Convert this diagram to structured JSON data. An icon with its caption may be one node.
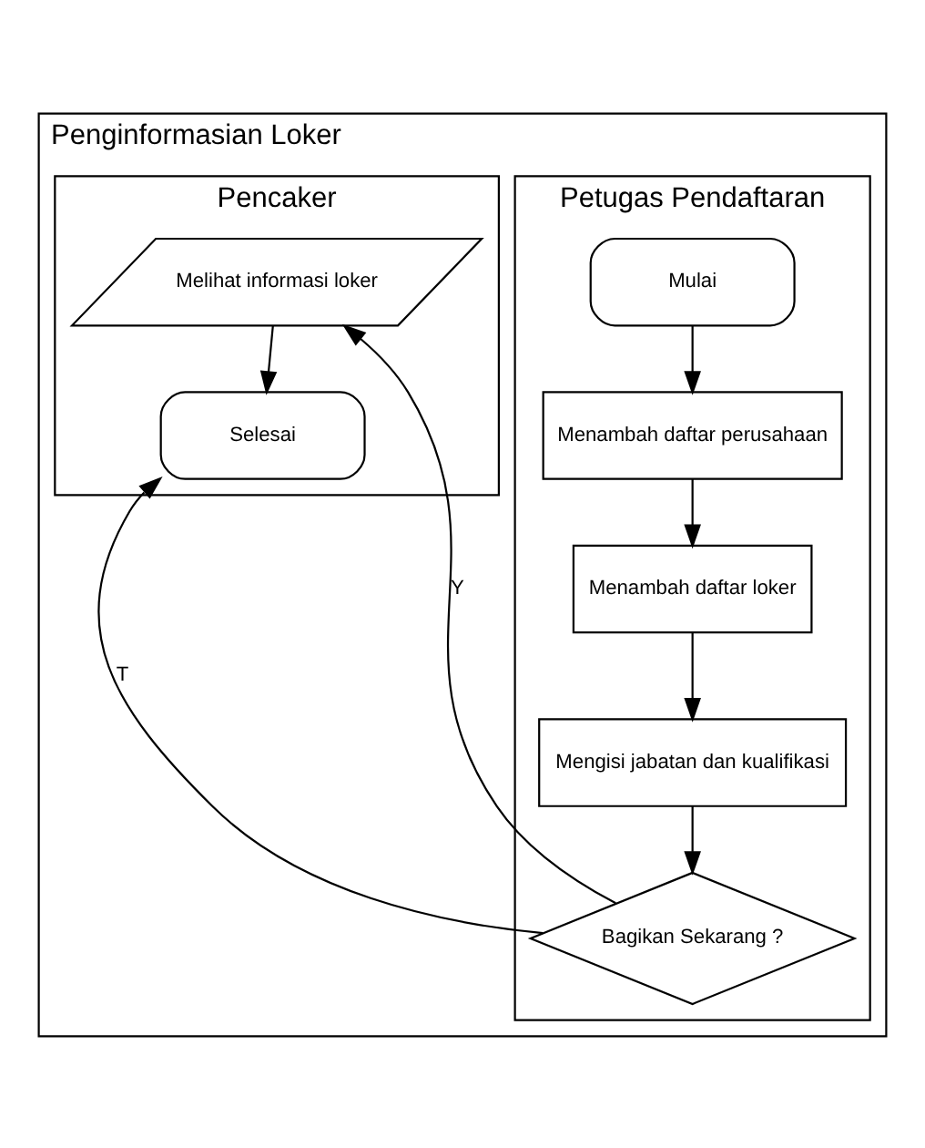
{
  "diagram": {
    "nodes": [
      {
        "text": [
          "Penginformasian Loker"
        ]
      },
      {
        "text": [
          "Petugas Pendaftaran"
        ],
        "in": 0
      },
      {
        "text": [
          "Pencaker"
        ],
        "in": 0
      },
      {
        "text": [
          "Mulai"
        ],
        "in": 1
      },
      {
        "text": [
          "Menambah daftar perusahaan"
        ],
        "in": 1
      },
      {
        "text": [
          "Menambah daftar loker"
        ],
        "in": 1
      },
      {
        "text": [
          "Mengisi jabatan dan kualifikasi"
        ],
        "in": 1
      },
      {
        "text": [
          "Bagikan Sekarang ?"
        ],
        "in": 1
      },
      {
        "text": [
          "Melihat informasi loker"
        ],
        "in": 2
      },
      {
        "text": [
          "Selesai"
        ],
        "in": 2
      }
    ],
    "edges": [
      {
        "from": 3,
        "to": 4,
        "arrow": "to"
      },
      {
        "from": 4,
        "to": 5,
        "arrow": "to"
      },
      {
        "from": 5,
        "to": 6,
        "arrow": "to"
      },
      {
        "from": 6,
        "to": 7,
        "arrow": "to"
      },
      {
        "from": 7,
        "to": 8,
        "arrow": "to",
        "label": "Y"
      },
      {
        "from": 8,
        "to": 9,
        "arrow": "to"
      },
      {
        "from": 7,
        "to": 9,
        "arrow": "to",
        "label": "T"
      }
    ]
  }
}
